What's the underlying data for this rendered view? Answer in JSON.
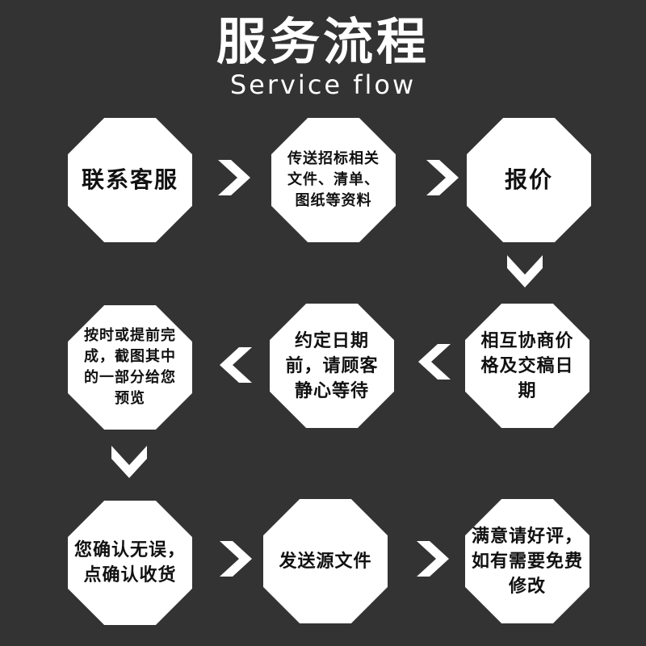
{
  "header": {
    "title": "服务流程",
    "subtitle": "Service flow"
  },
  "steps": [
    {
      "label": "联系客服"
    },
    {
      "label": "传送招标相关文件、清单、图纸等资料"
    },
    {
      "label": "报价"
    },
    {
      "label": "相互协商价格及交稿日期"
    },
    {
      "label": "约定日期前，请顾客静心等待"
    },
    {
      "label": "按时或提前完成，截图其中的一部分给您预览"
    },
    {
      "label": "您确认无误，点确认收货"
    },
    {
      "label": "发送源文件"
    },
    {
      "label": "满意请好评，如有需要免费修改"
    }
  ],
  "colors": {
    "background": "#333333",
    "node_fill": "#ffffff",
    "arrow": "#ffffff",
    "text": "#111111"
  }
}
